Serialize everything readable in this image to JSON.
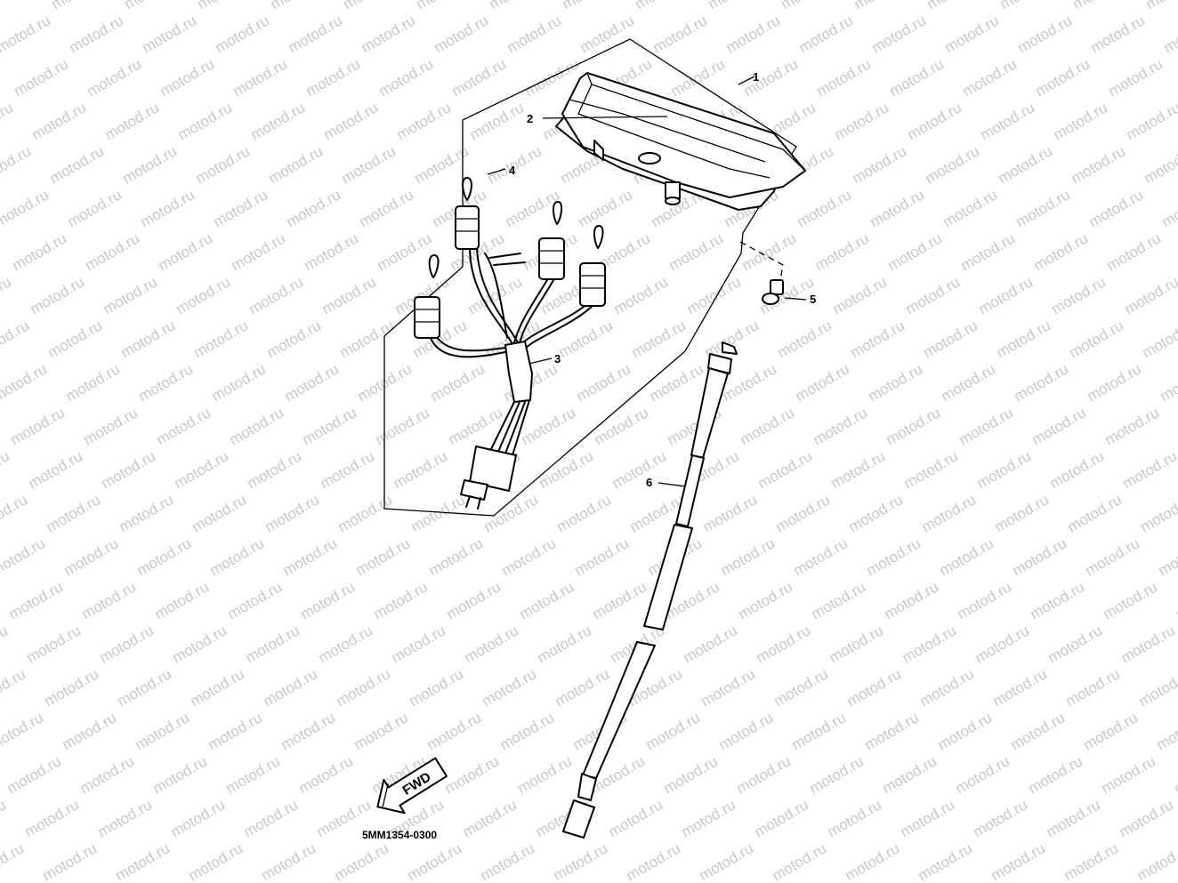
{
  "watermark": {
    "text": "motod.ru"
  },
  "callouts": [
    {
      "number": "1",
      "part": "meter-assembly"
    },
    {
      "number": "2",
      "part": "meter-lens"
    },
    {
      "number": "3",
      "part": "wire-harness"
    },
    {
      "number": "4",
      "part": "bulb"
    },
    {
      "number": "5",
      "part": "screw"
    },
    {
      "number": "6",
      "part": "meter-cable"
    }
  ],
  "fwd_label": "FWD",
  "diagram_code": "5MM1354-0300",
  "colors": {
    "line": "#000000",
    "watermark": "#c8c8c8",
    "background": "#ffffff"
  }
}
